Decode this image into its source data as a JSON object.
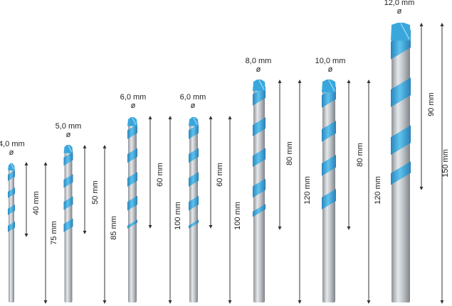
{
  "colors": {
    "accent": "#3aa7dc",
    "shank": "#b9bdc1",
    "line": "#333333"
  },
  "bits": [
    {
      "diameter": "4,0 mm",
      "symbol": "ø",
      "working_length": "40 mm",
      "total_length": "75 mm"
    },
    {
      "diameter": "5,0 mm",
      "symbol": "ø",
      "working_length": "50 mm",
      "total_length": "85 mm"
    },
    {
      "diameter": "6,0 mm",
      "symbol": "ø",
      "working_length": "60 mm",
      "total_length": "100 mm"
    },
    {
      "diameter": "6,0 mm",
      "symbol": "ø",
      "working_length": "60 mm",
      "total_length": "100 mm"
    },
    {
      "diameter": "8,0 mm",
      "symbol": "ø",
      "working_length": "80 mm",
      "total_length": "120 mm"
    },
    {
      "diameter": "10,0 mm",
      "symbol": "ø",
      "working_length": "80 mm",
      "total_length": "120 mm"
    },
    {
      "diameter": "12,0 mm",
      "symbol": "ø",
      "working_length": "90 mm",
      "total_length": "150 mm"
    }
  ]
}
